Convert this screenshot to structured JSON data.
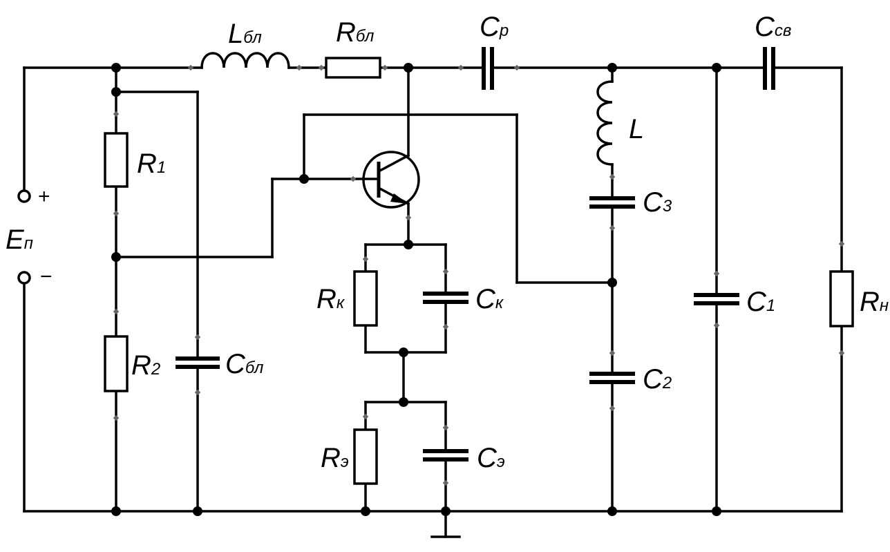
{
  "labels": {
    "L_bl": {
      "main": "L",
      "sub": "бл"
    },
    "R_bl": {
      "main": "R",
      "sub": "бл"
    },
    "C_r": {
      "main": "C",
      "sub": "р"
    },
    "C_sv": {
      "main": "C",
      "sub": "св"
    },
    "R1": {
      "main": "R",
      "sub": "1"
    },
    "R2": {
      "main": "R",
      "sub": "2"
    },
    "C_bl": {
      "main": "C",
      "sub": "бл"
    },
    "L": {
      "main": "L",
      "sub": ""
    },
    "C3": {
      "main": "C",
      "sub": "3"
    },
    "C2": {
      "main": "C",
      "sub": "2"
    },
    "C1": {
      "main": "C",
      "sub": "1"
    },
    "R_n": {
      "main": "R",
      "sub": "н"
    },
    "R_k": {
      "main": "R",
      "sub": "к"
    },
    "C_k": {
      "main": "C",
      "sub": "к"
    },
    "R_e": {
      "main": "R",
      "sub": "э"
    },
    "C_e": {
      "main": "C",
      "sub": "э"
    },
    "E_p": {
      "main": "E",
      "sub": "п"
    }
  },
  "terminals": {
    "plus": "+",
    "minus": "−"
  }
}
